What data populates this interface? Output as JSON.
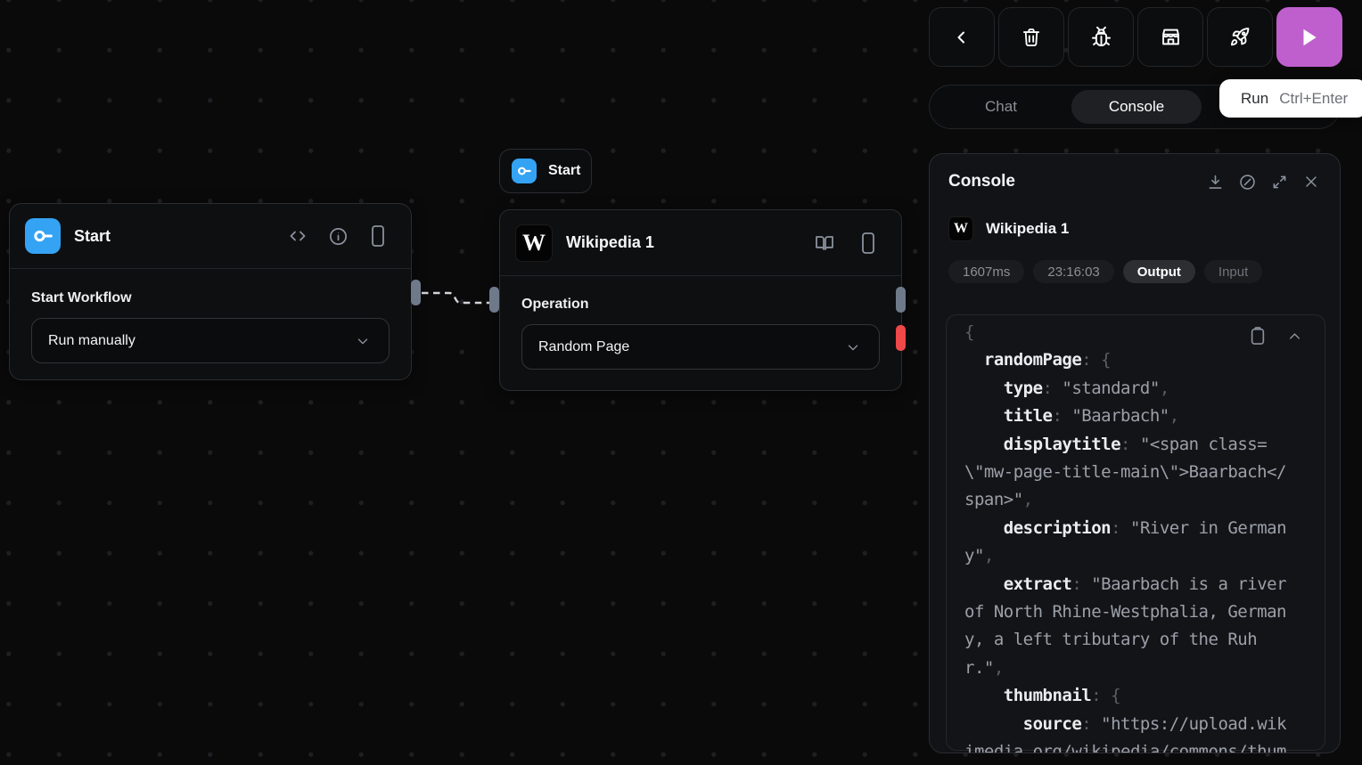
{
  "colors": {
    "canvas": "#0a0a0b",
    "dot": "#1e1f22",
    "accent": "#bf5fcd",
    "blue": "#34a3f4",
    "red": "#ee4848",
    "handle": "#6e7a8a"
  },
  "canvas": {
    "mini_start": {
      "label": "Start"
    },
    "start_node": {
      "title": "Start",
      "icon": "start-connector-icon",
      "section_label": "Start Workflow",
      "dropdown_value": "Run manually"
    },
    "wikipedia_node": {
      "title": "Wikipedia 1",
      "logo_letter": "W",
      "section_label": "Operation",
      "dropdown_value": "Random Page"
    }
  },
  "toolbar": {
    "buttons": [
      "chevron-left-icon",
      "trash-icon",
      "bug-icon",
      "store-icon",
      "rocket-icon",
      "play-icon"
    ],
    "tooltip": {
      "action": "Run",
      "shortcut": "Ctrl+Enter"
    }
  },
  "tabs": {
    "chat": "Chat",
    "console": "Console",
    "active": "Console"
  },
  "console_panel": {
    "title": "Console",
    "header_icons": [
      "download-icon",
      "disable-icon",
      "expand-icon",
      "close-icon"
    ],
    "entry": {
      "logo_letter": "W",
      "node_title": "Wikipedia 1",
      "duration": "1607ms",
      "timestamp": "23:16:03",
      "output_tab": "Output",
      "input_tab": "Input"
    },
    "code": {
      "icons": [
        "clipboard-icon",
        "chevron-up-icon"
      ],
      "lines": [
        [
          [
            "p",
            "{"
          ]
        ],
        [
          [
            "p",
            "  "
          ],
          [
            "k",
            "randomPage"
          ],
          [
            "p",
            ": {"
          ]
        ],
        [
          [
            "p",
            "    "
          ],
          [
            "k",
            "type"
          ],
          [
            "p",
            ": "
          ],
          [
            "s",
            "\"standard\""
          ],
          [
            "p",
            ","
          ]
        ],
        [
          [
            "p",
            "    "
          ],
          [
            "k",
            "title"
          ],
          [
            "p",
            ": "
          ],
          [
            "s",
            "\"Baarbach\""
          ],
          [
            "p",
            ","
          ]
        ],
        [
          [
            "p",
            "    "
          ],
          [
            "k",
            "displaytitle"
          ],
          [
            "p",
            ": "
          ],
          [
            "s",
            "\"<span class="
          ]
        ],
        [
          [
            "s",
            "\\\"mw-page-title-main\\\">Baarbach</"
          ]
        ],
        [
          [
            "s",
            "span>\""
          ],
          [
            "p",
            ","
          ]
        ],
        [
          [
            "p",
            "    "
          ],
          [
            "k",
            "description"
          ],
          [
            "p",
            ": "
          ],
          [
            "s",
            "\"River in German"
          ]
        ],
        [
          [
            "s",
            "y\""
          ],
          [
            "p",
            ","
          ]
        ],
        [
          [
            "p",
            "    "
          ],
          [
            "k",
            "extract"
          ],
          [
            "p",
            ": "
          ],
          [
            "s",
            "\"Baarbach is a river"
          ]
        ],
        [
          [
            "s",
            "of North Rhine-Westphalia, German"
          ]
        ],
        [
          [
            "s",
            "y, a left tributary of the Ruh"
          ]
        ],
        [
          [
            "s",
            "r.\""
          ],
          [
            "p",
            ","
          ]
        ],
        [
          [
            "p",
            "    "
          ],
          [
            "k",
            "thumbnail"
          ],
          [
            "p",
            ": {"
          ]
        ],
        [
          [
            "p",
            "      "
          ],
          [
            "k",
            "source"
          ],
          [
            "p",
            ": "
          ],
          [
            "s",
            "\"https://upload.wik"
          ]
        ],
        [
          [
            "s",
            "imedia.org/wikipedia/commons/thum"
          ]
        ]
      ]
    }
  }
}
